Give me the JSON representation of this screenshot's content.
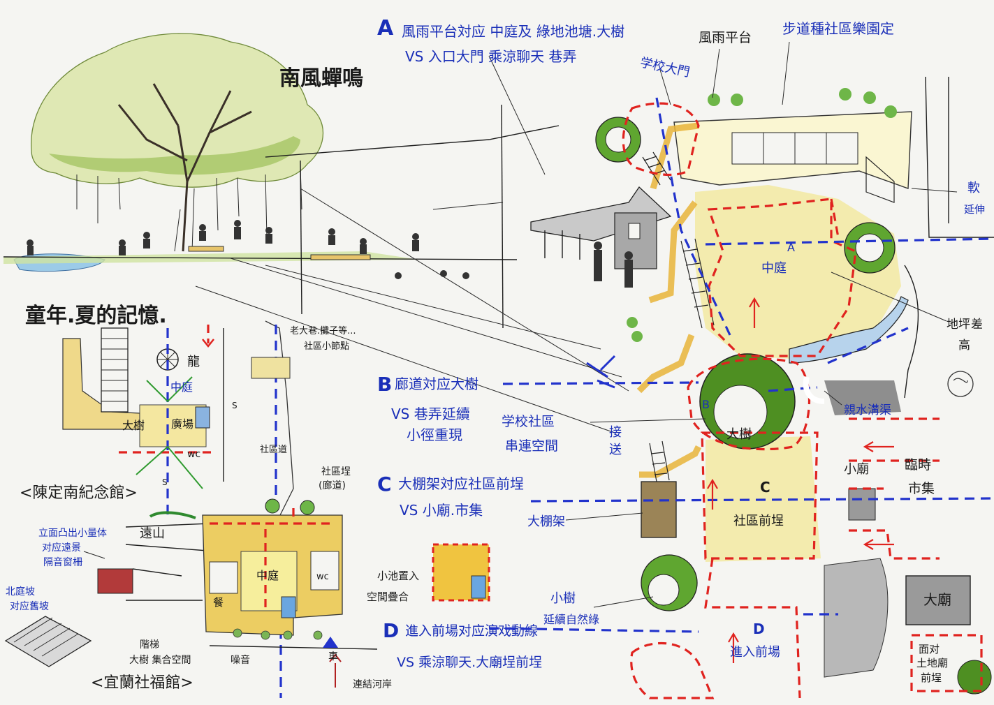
{
  "title": "南風蟬鳴",
  "childhood_memory": "童年.夏的記憶.",
  "legend": {
    "A": {
      "letter": "A",
      "line1": "風雨平台対应 中庭及 綠地池塘.大樹",
      "line2": "VS 入口大門 乘涼聊天 巷弄"
    },
    "B": {
      "letter": "B",
      "line1": "廊道対应大樹",
      "line2": "VS 巷弄延續",
      "line3": "小徑重現"
    },
    "C": {
      "letter": "C",
      "line1": "大棚架対应社區前埕",
      "line2": "VS 小廟.市集"
    },
    "D": {
      "letter": "D",
      "line1": "進入前場对应演戏動線",
      "line2": "VS 乘涼聊天.大廟埕前埕"
    }
  },
  "left_plan_1": {
    "name": "<陳定南紀念館>",
    "labels": {
      "dragon": "龍",
      "courtyard": "中庭",
      "big_tree": "大樹",
      "square": "廣場",
      "wc": "wc",
      "s1": "S",
      "s2": "S"
    }
  },
  "left_plan_2": {
    "name": "<宜蘭社福館>",
    "labels": {
      "path_top1": "老大巷.攤子等...",
      "path_top2": "社區小節點",
      "community_path": "社區道",
      "front_yard1": "社區埕",
      "front_yard2": "(廊道)",
      "courtyard": "中庭",
      "wc": "wc",
      "cafe": "餐",
      "far_mountain": "遠山",
      "stair_label1": "階梯",
      "stair_label2": "大樹 集合空間",
      "noise": "噪音",
      "arrival": "車",
      "river": "連結河岸",
      "pond1": "小池置入",
      "pond2": "空間疊合"
    }
  },
  "left_notes": {
    "window_note1": "立面凸出小量体",
    "window_note2": "对应遠景",
    "window_note3": "隔音窗柵",
    "roof_note1": "北庭坡",
    "roof_note2": "对应舊坡"
  },
  "site_plan": {
    "top_labels": {
      "school_gate": "学校大門",
      "rain_platform": "風雨平台",
      "trail": "步道種社區樂園定"
    },
    "courtyard": "中庭",
    "big_tree": "大樹",
    "community_front": "社區前埕",
    "front_yard": "進入前場",
    "small_temple": "小廟",
    "big_temple": "大廟",
    "land_god1": "面对",
    "land_god2": "土地廟",
    "land_god3": "前埕",
    "market1": "臨時",
    "market2": "市集",
    "water": "親水溝渠",
    "school_space1": "学校社區",
    "school_space2": "串連空間",
    "shuttle1": "接",
    "shuttle2": "送",
    "trellis": "大棚架",
    "small_tree1": "小樹",
    "small_tree2": "延續自然綠",
    "elevation1": "地坪",
    "elevation2": "差",
    "elevation3": "高",
    "soft1": "軟",
    "soft2": "延伸",
    "section_b": "B",
    "section_a": "A",
    "section_c": "C",
    "section_d": "D"
  },
  "colors": {
    "ink": "#1a1a1a",
    "blue": "#1a2fb8",
    "red": "#e0231f",
    "yellow": "#f2e7a0",
    "ochre": "#e4b848",
    "green": "#4f9a2a",
    "grey": "#a8a8a8"
  }
}
